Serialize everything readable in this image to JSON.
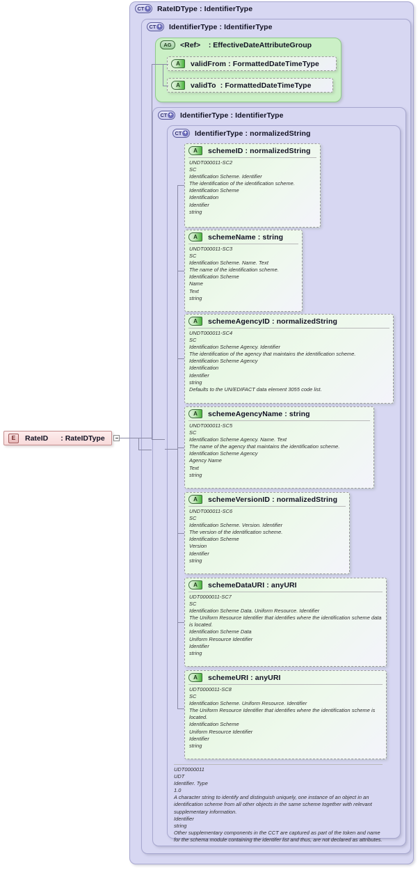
{
  "diagram": {
    "title": "RateIDType XSD structure diagram",
    "icons": {
      "ct": "CT",
      "ag": "AG",
      "a": "A",
      "e": "E",
      "plus": "+"
    },
    "colors": {
      "container_fill": "#d7d7f2",
      "container_stroke": "#a7a7cf",
      "group_fill": "#cbf0c6",
      "group_stroke": "#8fc98a",
      "attribute_fill": "#e2f6dd",
      "element_fill": "#fdeded",
      "element_stroke": "#c58f8f",
      "connector": "#8a8aa5"
    }
  },
  "root_element": {
    "icon": "E",
    "name": "RateID",
    "separator": ":",
    "type": "RateIDType"
  },
  "containers": [
    {
      "id": "outer",
      "icon": "CT",
      "name": "RateIDType",
      "separator": ":",
      "type": "IdentifierType"
    },
    {
      "id": "level2",
      "icon": "CT",
      "name": "IdentifierType",
      "separator": ":",
      "type": "IdentifierType"
    },
    {
      "id": "level3",
      "icon": "CT",
      "name": "IdentifierType",
      "separator": ":",
      "type": "IdentifierType"
    },
    {
      "id": "level4",
      "icon": "CT",
      "name": "IdentifierType",
      "separator": ":",
      "type": "normalizedString"
    }
  ],
  "attribute_group": {
    "icon": "AG",
    "name": "<Ref>",
    "separator": ":",
    "type": "EffectiveDateAttributeGroup",
    "attributes": [
      {
        "icon": "A",
        "name": "validFrom",
        "separator": ":",
        "type": "FormattedDateTimeType"
      },
      {
        "icon": "A",
        "name": "validTo",
        "separator": ":",
        "type": "FormattedDateTimeType"
      }
    ]
  },
  "attributes": [
    {
      "icon": "A",
      "name": "schemeID",
      "separator": ":",
      "type": "normalizedString",
      "doc": [
        "UNDT000011-SC2",
        "SC",
        "Identification Scheme. Identifier",
        "The identification of the identification scheme.",
        "Identification Scheme",
        "Identification",
        "Identifier",
        "string"
      ]
    },
    {
      "icon": "A",
      "name": "schemeName",
      "separator": ":",
      "type": "string",
      "doc": [
        "UNDT000011-SC3",
        "SC",
        "Identification Scheme. Name. Text",
        "The name of the identification scheme.",
        "Identification Scheme",
        "Name",
        "Text",
        "string"
      ]
    },
    {
      "icon": "A",
      "name": "schemeAgencyID",
      "separator": ":",
      "type": "normalizedString",
      "doc": [
        "UNDT000011-SC4",
        "SC",
        "Identification Scheme Agency. Identifier",
        "The identification of the agency that maintains the identification scheme.",
        "Identification Scheme Agency",
        "Identification",
        "Identifier",
        "string",
        "Defaults to the UN/EDIFACT data element 3055 code list."
      ]
    },
    {
      "icon": "A",
      "name": "schemeAgencyName",
      "separator": ":",
      "type": "string",
      "doc": [
        "UNDT000011-SC5",
        "SC",
        "Identification Scheme Agency. Name. Text",
        "The name of the agency that maintains the identification scheme.",
        "Identification Scheme Agency",
        "Agency Name",
        "Text",
        "string"
      ]
    },
    {
      "icon": "A",
      "name": "schemeVersionID",
      "separator": ":",
      "type": "normalizedString",
      "doc": [
        "UNDT000011-SC6",
        "SC",
        "Identification Scheme. Version. Identifier",
        "The version of the identification scheme.",
        "Identification Scheme",
        "Version",
        "Identifier",
        "string"
      ]
    },
    {
      "icon": "A",
      "name": "schemeDataURI",
      "separator": ":",
      "type": "anyURI",
      "doc": [
        "UDT0000011-SC7",
        "SC",
        "Identification Scheme Data. Uniform Resource. Identifier",
        "The Uniform Resource Identifier that identifies where the identification scheme data is located.",
        "Identification Scheme Data",
        "Uniform Resource Identifier",
        "Identifier",
        "string"
      ]
    },
    {
      "icon": "A",
      "name": "schemeURI",
      "separator": ":",
      "type": "anyURI",
      "doc": [
        "UDT0000011-SC8",
        "SC",
        "Identification Scheme. Uniform Resource. Identifier",
        "The Uniform Resource Identifier that identifies where the identification scheme is located.",
        "Identification Scheme",
        "Uniform Resource Identifier",
        "Identifier",
        "string"
      ]
    }
  ],
  "type_documentation": {
    "doc": [
      "UDT0000011",
      "UDT",
      "Identifier. Type",
      "1.0",
      "A character string to identify and distinguish uniquely, one instance of an object in an identification scheme from all other objects in the same scheme together with relevant supplementary information.",
      "Identifier",
      "string",
      "Other supplementary components in the CCT are captured as part of the token and name for the schema module containing the identifer list and thus, are not declared as attributes."
    ]
  }
}
